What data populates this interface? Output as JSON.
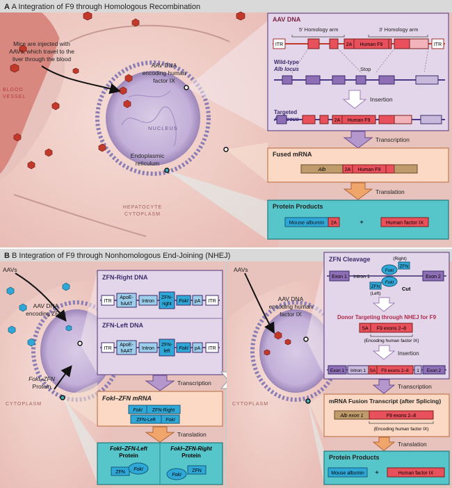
{
  "panelA": {
    "header": "A Integration of F9 through Homologous Recombination",
    "note_mice": [
      "Mice are injected with",
      "AAVs, which travel to the",
      "liver through the blood"
    ],
    "blood_vessel": [
      "BLOOD",
      "VESSEL"
    ],
    "aav_encoding": [
      "AAV DNA",
      "encoding human",
      "factor IX"
    ],
    "nucleus": "NUCLEUS",
    "er": [
      "Endoplasmic",
      "reticulum"
    ],
    "hepatocyte": [
      "HEPATOCYTE",
      "CYTOPLASM"
    ],
    "aav_box": {
      "title": "AAV DNA",
      "arm5": "5' Homology arm",
      "arm3": "3' Homology arm",
      "itr": "ITR",
      "seg_2a": "2A",
      "seg_f9": "Human F9",
      "wt_label": [
        "Wild-type",
        "Alb locus"
      ],
      "stop": "Stop",
      "insertion": "Insertion",
      "targeted_label": [
        "Targeted",
        "Alb locus"
      ]
    },
    "transcription": "Transcription",
    "mrna_box": {
      "title": "Fused mRNA",
      "alb": "Alb",
      "seg_2a": "2A",
      "f9": "Human F9"
    },
    "translation": "Translation",
    "protein_box": {
      "title": "Protein Products",
      "albumin": "Mouse albumin",
      "seg_2a": "2A",
      "plus": "+",
      "factor": "Human factor IX"
    }
  },
  "panelB": {
    "header": "B Integration of F9 through Nonhomologous End-Joining (NHEJ)",
    "aavs": "AAVs",
    "aav_zfn": [
      "AAV DNA",
      "encoding ZFNs"
    ],
    "foki_protein": [
      "FokI–ZFN",
      "Protein"
    ],
    "cytoplasm": "CYTOPLASM",
    "zfn_right_box": {
      "title": "ZFN-Right DNA",
      "itr": "ITR",
      "apoe": [
        "ApoE-",
        "hAAT"
      ],
      "intron": "Intron",
      "zfn": [
        "ZFN-",
        "right"
      ],
      "foki": "FokI",
      "pa": "pA"
    },
    "zfn_left_box": {
      "title": "ZFN-Left DNA",
      "itr": "ITR",
      "apoe": [
        "ApoE-",
        "hAAT"
      ],
      "intron": "Intron",
      "zfn": [
        "ZFN-",
        "left"
      ],
      "foki": "FokI",
      "pa": "pA"
    },
    "transcription": "Transcription",
    "mrna_box": {
      "title": "FokI–ZFN mRNA",
      "foki": "FokI",
      "zfn_right": "ZFN-Right",
      "zfn_left": "ZFN-Left"
    },
    "translation": "Translation",
    "protein_left": {
      "title": [
        "FokI–ZFN-Left",
        "Protein"
      ],
      "zfn": "ZFN",
      "foki": "FokI"
    },
    "protein_right": {
      "title": [
        "FokI–ZFN-Right",
        "Protein"
      ],
      "zfn": "ZFN",
      "foki": "FokI"
    },
    "right": {
      "aavs": "AAVs",
      "aav_encoding": [
        "AAV DNA",
        "encoding human",
        "factor IX"
      ],
      "cytoplasm": "CYTOPLASM",
      "cleavage": {
        "title": "ZFN Cleavage",
        "exon1": "Exon 1",
        "intron1": "Intron 1",
        "exon2": "Exon 2",
        "right": "(Right)",
        "left": "(Left)",
        "zfn": "ZFN",
        "foki": "FokI",
        "cut": "Cut"
      },
      "donor_title": "Donor Targeting through NHEJ for F9",
      "donor": {
        "sa": "SA",
        "exons": "F9 exons 2–8",
        "encoding": "(Encoding human factor IX)"
      },
      "insertion": "Insertion",
      "final": {
        "exon1": "Exon 1",
        "intron1": "Intron 1",
        "sa": "SA",
        "exons": "F9 exons 2–8",
        "i": "1",
        "exon2": "Exon 2"
      },
      "transcription": "Transcription",
      "mrna": {
        "title": "mRNA Fusion Transcript (after Splicing)",
        "alb": "Alb exon 1",
        "f9": "F9 exons 2–8",
        "encoding": "(Encoding human factor IX)"
      },
      "translation": "Translation",
      "protein": {
        "title": "Protein Products",
        "albumin": "Mouse albumin",
        "plus": "+",
        "factor": "Human factor IX"
      }
    }
  },
  "colors": {
    "header_bg": "#d9d9d9",
    "purple_box": "#e4d6ea",
    "orange_box": "#fbd9c4",
    "teal_box": "#56c6ca",
    "red_seg": "#e8505b",
    "blue_seg": "#2fa8d8",
    "arrow_purple": "#9b7bb6",
    "arrow_orange": "#f0a56a"
  }
}
